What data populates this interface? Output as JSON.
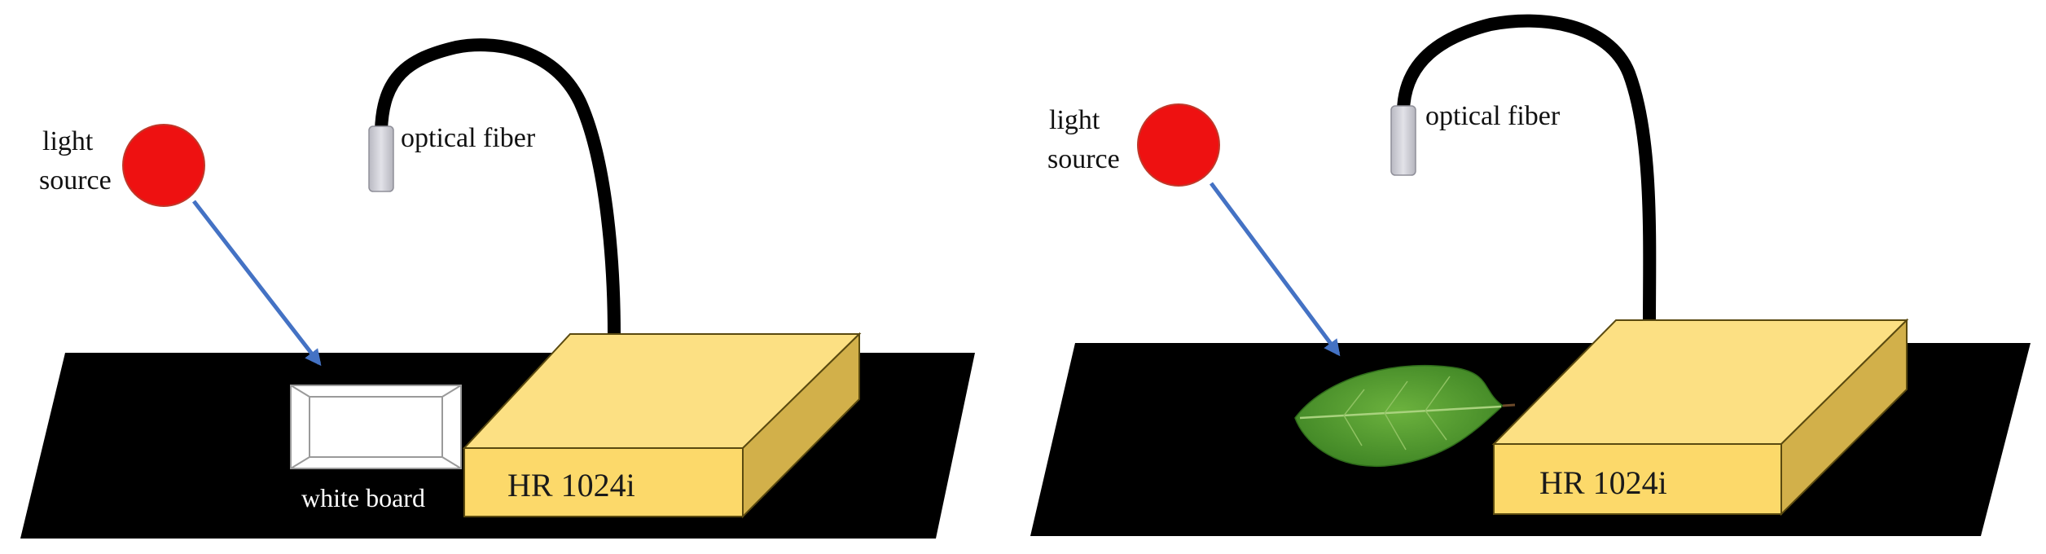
{
  "colors": {
    "table": "#000000",
    "light_source": "#ee1111",
    "light_source_stroke": "#c0392b",
    "beam_arrow": "#4472c4",
    "fiber_cable": "#000000",
    "fiber_probe": "#cfcfd6",
    "spectrometer_top": "#fce083",
    "spectrometer_front": "#fcd96a",
    "spectrometer_side": "#d2b04a",
    "white_board": "#ffffff",
    "leaf": "#4f9a2c"
  },
  "left_panel": {
    "light_source_line1": "light",
    "light_source_line2": "source",
    "optical_fiber_label": "optical fiber",
    "white_board_label": "white board",
    "device_label": "HR 1024i"
  },
  "right_panel": {
    "light_source_line1": "light",
    "light_source_line2": "source",
    "optical_fiber_label": "optical fiber",
    "device_label": "HR 1024i"
  }
}
